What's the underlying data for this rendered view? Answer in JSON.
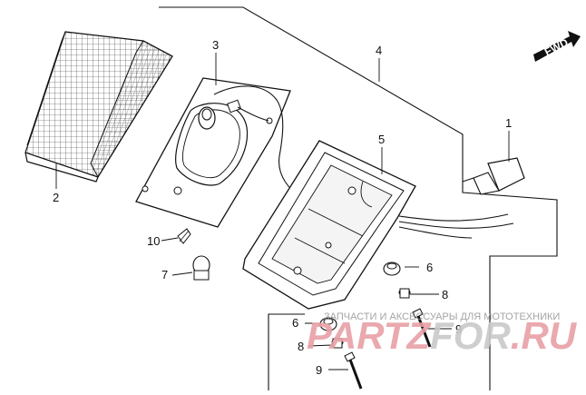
{
  "diagram": {
    "direction_label": "FWD",
    "callouts": [
      {
        "id": "1",
        "label": "1"
      },
      {
        "id": "2",
        "label": "2"
      },
      {
        "id": "3",
        "label": "3"
      },
      {
        "id": "4",
        "label": "4"
      },
      {
        "id": "5",
        "label": "5"
      },
      {
        "id": "6a",
        "label": "6"
      },
      {
        "id": "6b",
        "label": "6"
      },
      {
        "id": "7",
        "label": "7"
      },
      {
        "id": "8a",
        "label": "8"
      },
      {
        "id": "8b",
        "label": "8"
      },
      {
        "id": "9a",
        "label": "9"
      },
      {
        "id": "9b",
        "label": "9"
      },
      {
        "id": "10",
        "label": "10"
      }
    ]
  },
  "watermark": {
    "caption": "ЗАПЧАСТИ И АКСЕССУАРЫ ДЛЯ МОТОТЕХНИКИ",
    "part1": "PARTZ",
    "part2": "FOR",
    "part3": ".RU",
    "color_main": "#e8a0a6",
    "color_accent": "#c9c9c9"
  }
}
